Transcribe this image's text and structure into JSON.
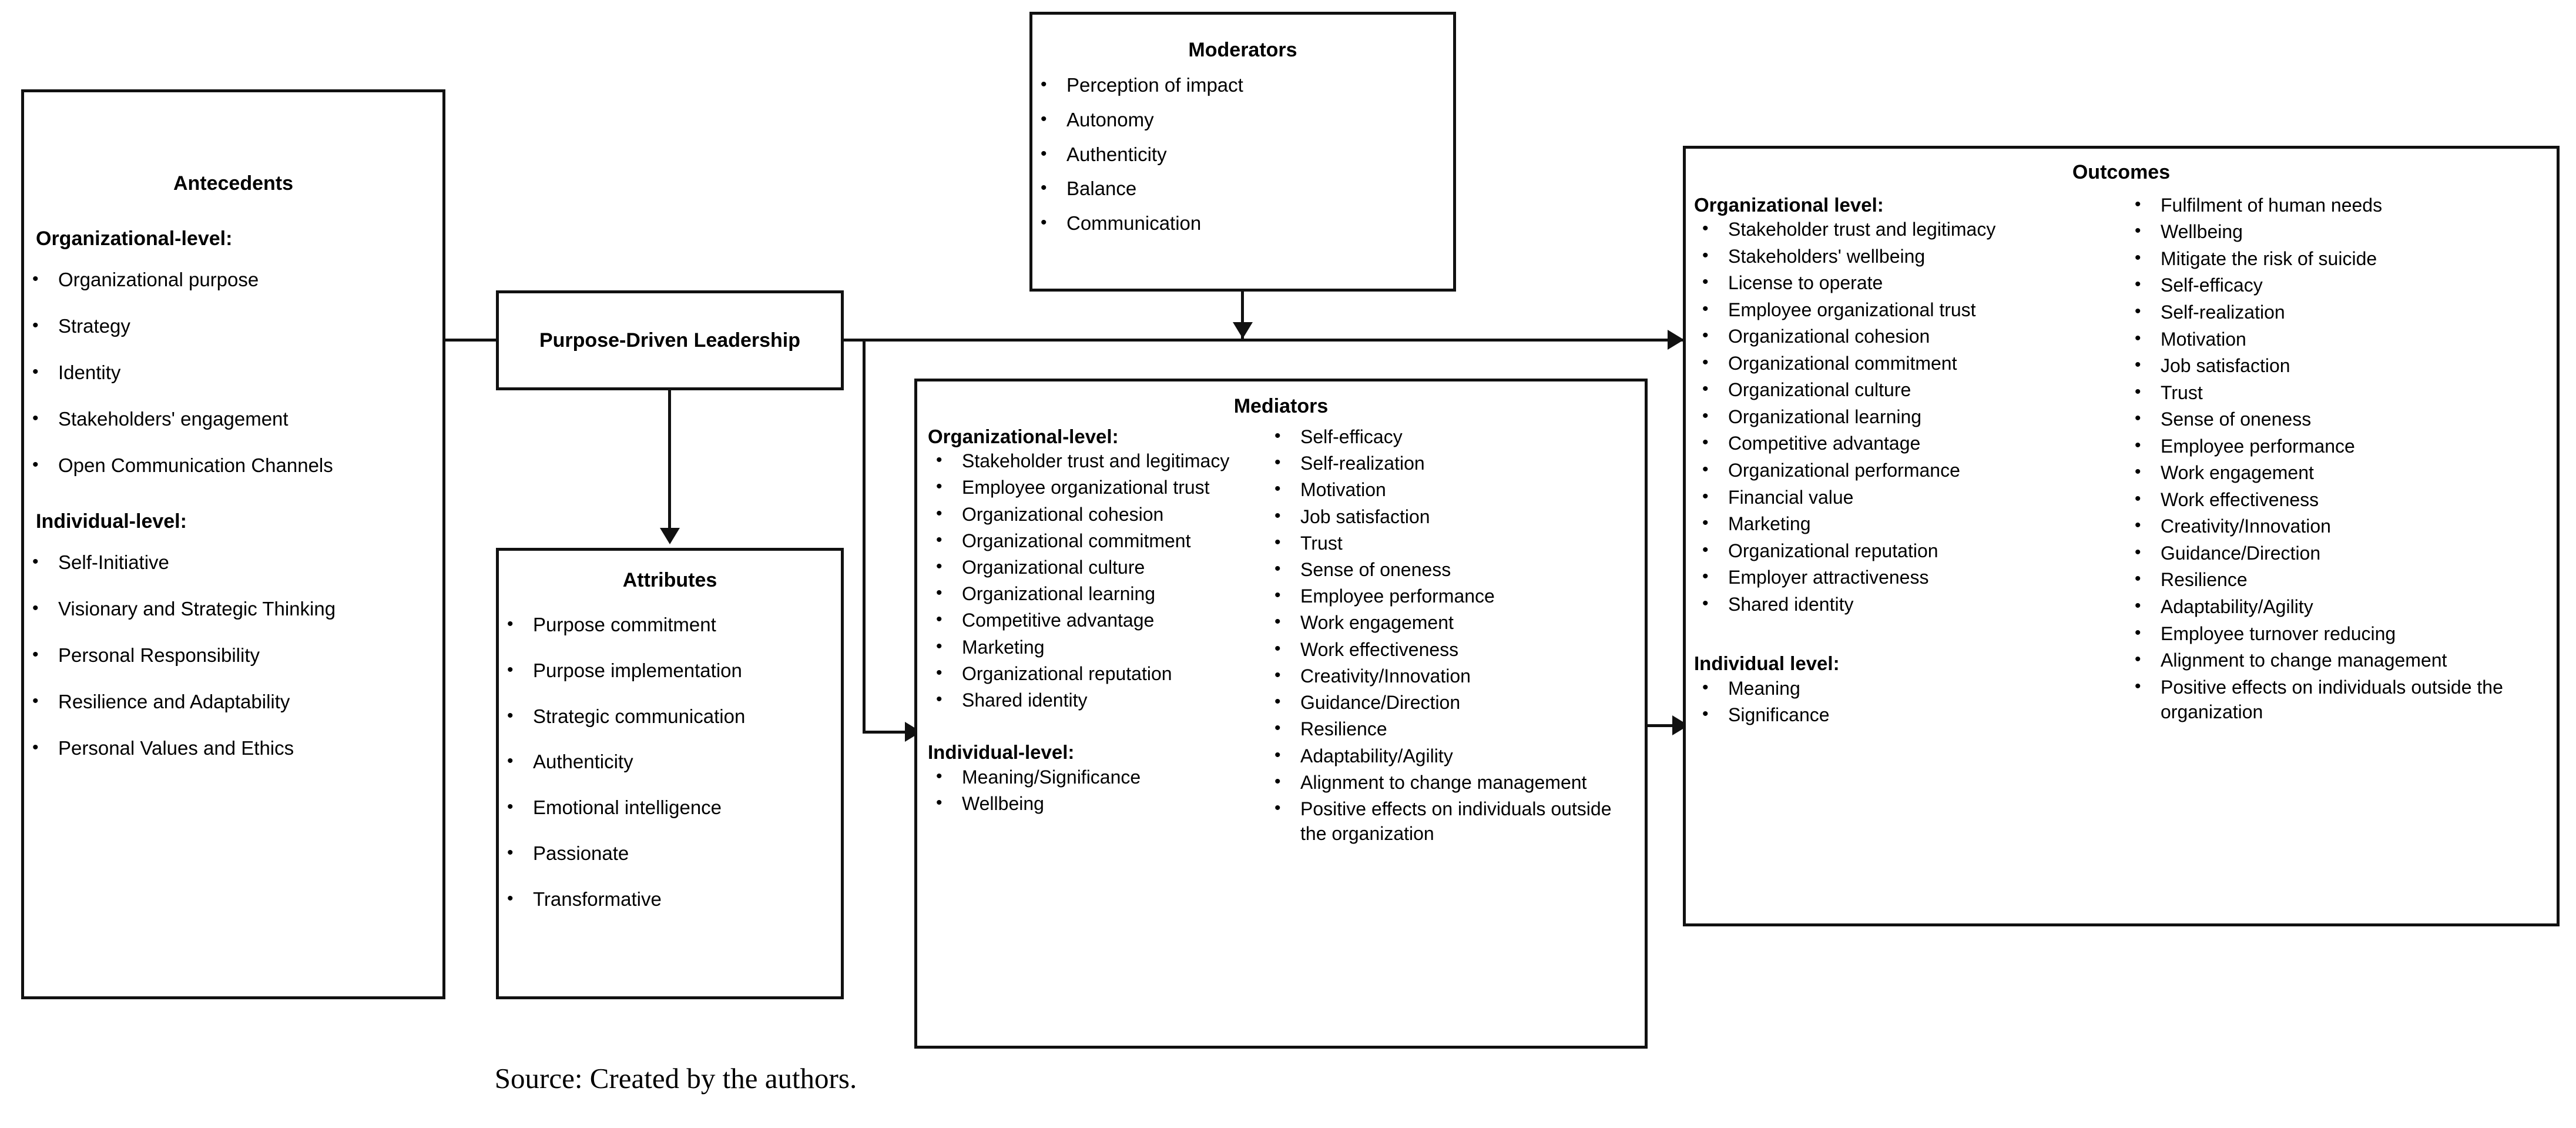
{
  "figure": {
    "caption": "Source: Created by the authors."
  },
  "antecedents": {
    "title": "Antecedents",
    "org_heading": "Organizational-level:",
    "org_items": [
      "Organizational purpose",
      "Strategy",
      "Identity",
      "Stakeholders' engagement",
      "Open Communication Channels"
    ],
    "ind_heading": "Individual-level:",
    "ind_items": [
      "Self-Initiative",
      "Visionary and Strategic Thinking",
      "Personal Responsibility",
      "Resilience and Adaptability",
      "Personal Values and Ethics"
    ]
  },
  "purpose_driven_leadership": {
    "title": "Purpose-Driven Leadership"
  },
  "attributes": {
    "title": "Attributes",
    "items": [
      "Purpose commitment",
      "Purpose implementation",
      "Strategic communication",
      "Authenticity",
      "Emotional intelligence",
      "Passionate",
      "Transformative"
    ]
  },
  "moderators": {
    "title": "Moderators",
    "items": [
      "Perception of impact",
      "Autonomy",
      "Authenticity",
      "Balance",
      "Communication"
    ]
  },
  "mediators": {
    "title": "Mediators",
    "org_heading": "Organizational-level:",
    "org_items": [
      "Stakeholder trust and legitimacy",
      "Employee organizational trust",
      "Organizational cohesion",
      "Organizational commitment",
      "Organizational culture",
      "Organizational learning",
      "Competitive advantage",
      "Marketing",
      "Organizational reputation",
      "Shared identity"
    ],
    "ind_heading": "Individual-level:",
    "ind_items": [
      "Meaning/Significance",
      "Wellbeing"
    ],
    "right_items": [
      "Self-efficacy",
      "Self-realization",
      "Motivation",
      "Job satisfaction",
      "Trust",
      "Sense of oneness",
      "Employee performance",
      "Work engagement",
      "Work effectiveness",
      "Creativity/Innovation",
      "Guidance/Direction",
      "Resilience",
      "Adaptability/Agility",
      "Alignment to change management",
      "Positive effects on individuals outside the organization"
    ]
  },
  "outcomes": {
    "title": "Outcomes",
    "org_heading": "Organizational level:",
    "org_items": [
      "Stakeholder trust and legitimacy",
      "Stakeholders' wellbeing",
      "License to operate",
      "Employee organizational trust",
      "Organizational cohesion",
      "Organizational commitment",
      "Organizational culture",
      "Organizational learning",
      "Competitive advantage",
      "Organizational performance",
      "Financial value",
      "Marketing",
      "Organizational reputation",
      "Employer attractiveness",
      "Shared identity"
    ],
    "ind_heading": "Individual level:",
    "ind_items": [
      "Meaning",
      "Significance"
    ],
    "right_items": [
      "Fulfilment of human needs",
      "Wellbeing",
      "Mitigate the risk of suicide",
      "Self-efficacy",
      "Self-realization",
      "Motivation",
      "Job satisfaction",
      "Trust",
      "Sense of oneness",
      "Employee performance",
      "Work engagement",
      "Work effectiveness",
      "Creativity/Innovation",
      "Guidance/Direction",
      "Resilience",
      "Adaptability/Agility",
      "Employee turnover reducing",
      "Alignment to change management",
      "Positive effects on individuals outside the organization"
    ]
  },
  "colors": {
    "stroke": "#111111",
    "background": "#ffffff",
    "text": "#000000"
  }
}
